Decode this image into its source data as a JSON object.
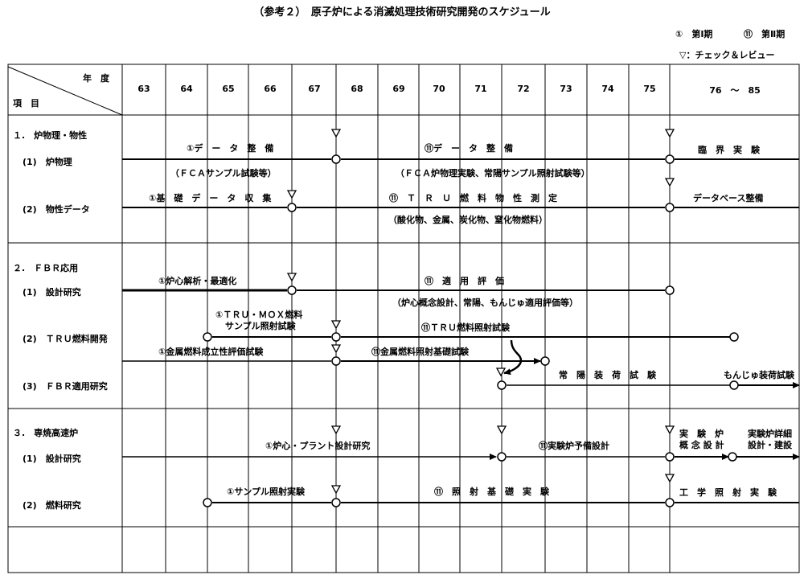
{
  "title": "（参考２）　原子炉による消滅処理技術研究開発のスケジュール",
  "legend": {
    "phase1": "①　第Ⅰ期",
    "phase2": "⑪　第Ⅱ期",
    "review": "▽：チェック＆レビュー"
  },
  "header": {
    "nendo": "年　度",
    "koumoku": "項　目",
    "years": [
      "63",
      "64",
      "65",
      "66",
      "67",
      "68",
      "69",
      "70",
      "71",
      "72",
      "73",
      "74",
      "75",
      "76　～　85"
    ]
  },
  "sections": {
    "s1": {
      "title": "１.　炉物理・物性",
      "items": [
        "(1)　炉物理",
        "(2)　物性データ"
      ]
    },
    "s2": {
      "title": "２.　ＦＢＲ応用",
      "items": [
        "(1)　設計研究",
        "(2)　ＴＲＵ燃料開発",
        "(3)　ＦＢＲ適用研究"
      ]
    },
    "s3": {
      "title": "３.　専焼高速炉",
      "items": [
        "(1)　設計研究",
        "(2)　燃料研究"
      ]
    }
  },
  "tasks": {
    "t1": "①デ　ー　タ　整　備",
    "t1n": "（ＦＣＡサンプル試験等）",
    "t2": "⑪デ　ー　タ　整　備",
    "t2n": "（ＦＣＡ炉物理実験、常陽サンプル照射試験等）",
    "t3": "臨　界　実　験",
    "t4": "①基　礎　デ　ー　タ　収　集",
    "t5": "⑪　Ｔ　Ｒ　Ｕ　燃　料　物　性　測　定",
    "t5n": "（酸化物、金属、炭化物、窒化物燃料）",
    "t6": "データベース整備",
    "t7": "①炉心解析・最適化",
    "t8": "⑪　適　用　評　価",
    "t8n": "（炉心概念設計、常陽、もんじゅ適用評価等）",
    "t9a": "①ＴＲＵ・ＭＯＸ燃料",
    "t9b": "サンプル照射試験",
    "t10": "⑪ＴＲＵ燃料照射試験",
    "t11": "①金属燃料成立性評価試験",
    "t12": "⑪金属燃料照射基礎試験",
    "t13": "常　陽　装　荷　試　験",
    "t14": "もんじゅ装荷試験",
    "t15": "①炉心・プラント設計研究",
    "t16": "⑪実験炉予備設計",
    "t17a": "実　験　炉",
    "t17b": "概 念 設 計",
    "t18a": "実験炉詳細",
    "t18b": "設計・建設",
    "t19": "①サンプル照射実験",
    "t20": "⑪　照　射　基　礎　実　験",
    "t21": "工　学　照　射　実　験"
  }
}
